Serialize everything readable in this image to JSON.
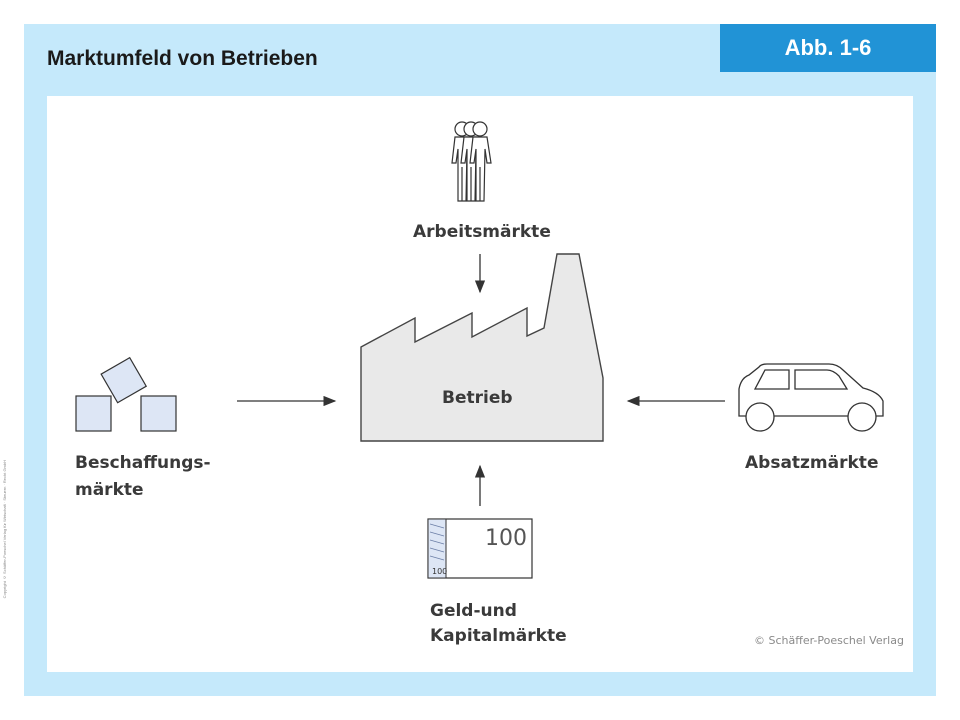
{
  "title": "Marktumfeld von Betrieben",
  "badge": "Abb. 1-6",
  "nodes": {
    "arbeit": "Arbeitsmärkte",
    "betrieb": "Betrieb",
    "beschaffung_line1": "Beschaffungs-",
    "beschaffung_line2": "märkte",
    "absatz": "Absatzmärkte",
    "geld_line1": "Geld-und",
    "geld_line2": "Kapitalmärkte"
  },
  "banknote": {
    "value_large": "100",
    "value_small": "100"
  },
  "credit": "© Schäffer-Poeschel Verlag",
  "side_copyright": "Copyright © Schäffer-Poeschel Verlag für Wirtschaft · Steuern · Recht GmbH"
}
